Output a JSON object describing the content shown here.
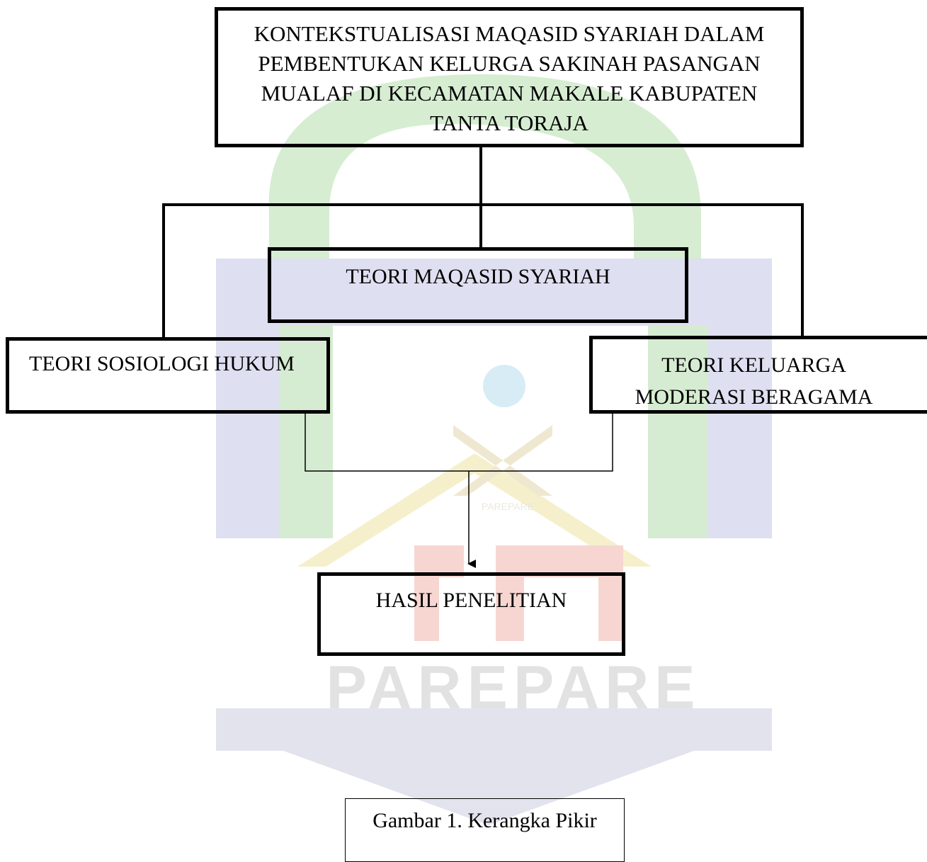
{
  "title_box": {
    "text": "KONTEKSTUALISASI MAQASID SYARIAH DALAM\nPEMBENTUKAN KELURGA SAKINAH PASANGAN\nMUALAF DI KECAMATAN MAKALE KABUPATEN\nTANTA TORAJA"
  },
  "theories": {
    "maqasid": "TEORI MAQASID SYARIAH",
    "sosiologi": "TEORI SOSIOLOGI HUKUM",
    "keluarga": "TEORI KELUARGA\nMODERASI BERAGAMA"
  },
  "result": {
    "text": "HASIL PENELITIAN"
  },
  "caption": {
    "text": "Gambar 1. Kerangka Pikir"
  },
  "watermark": {
    "text": "PAREPARE",
    "small_text": "PAREPARE",
    "colors": {
      "green": "#c8e6c0",
      "blue": "#d8d8ec",
      "yellow": "#f6efc8",
      "red": "#f6d0cc",
      "grey": "#e0e0e0"
    }
  }
}
